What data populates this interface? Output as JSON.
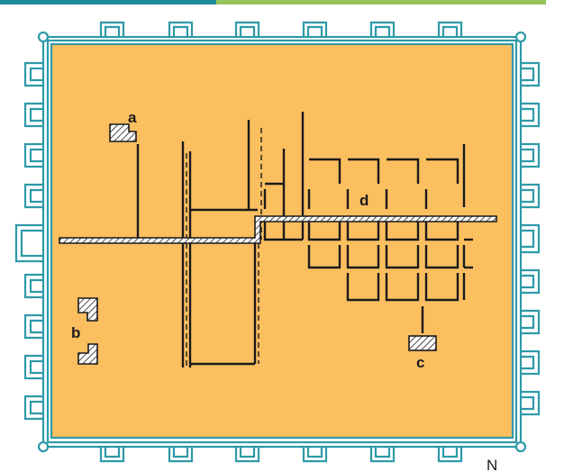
{
  "labels": {
    "a": "a",
    "b": "b",
    "c": "c",
    "d": "d",
    "north": "N"
  },
  "colors": {
    "ground": "#FBBF60",
    "wall": "#2E9AA8",
    "ink": "#1a1a1a",
    "band_left": "#1E8C9B",
    "band_right": "#93C35A"
  }
}
